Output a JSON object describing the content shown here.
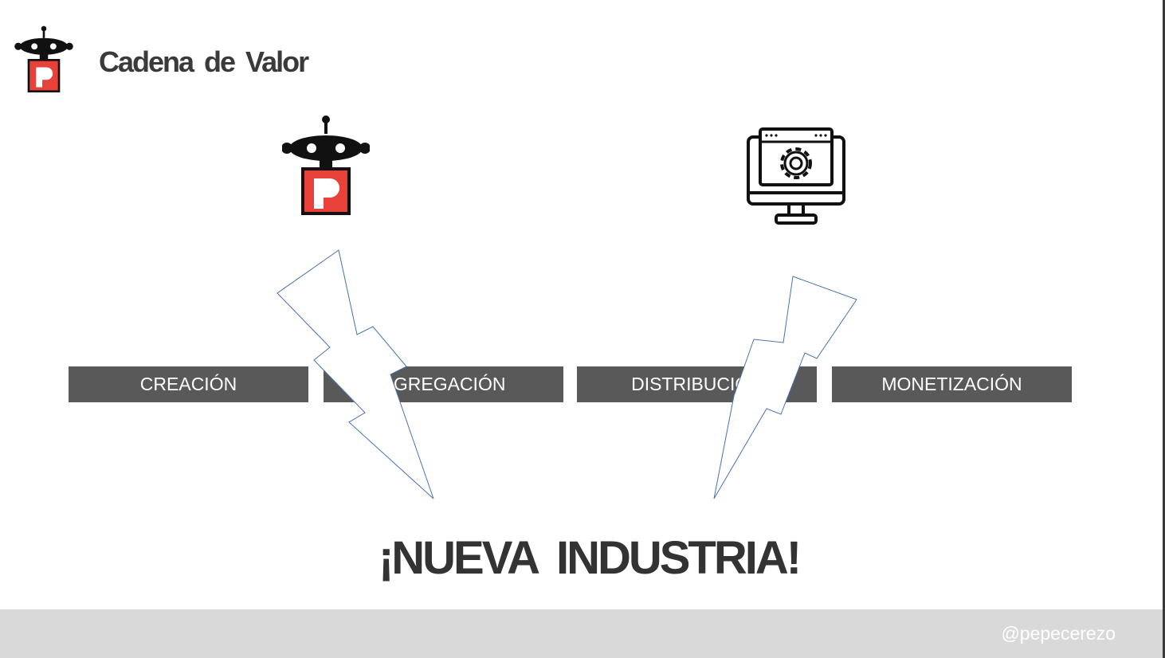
{
  "header": {
    "title": "Cadena de Valor",
    "logo_icon": "robot-p-logo-icon"
  },
  "icons": {
    "robot": "robot-p-logo-icon",
    "computer": "computer-gear-icon",
    "bolt": "lightning-bolt-icon"
  },
  "value_chain": {
    "stages": [
      {
        "label": "CREACIÓN"
      },
      {
        "label": "AGREGACIÓN"
      },
      {
        "label": "DISTRIBUCIÓN"
      },
      {
        "label": "MONETIZACIÓN"
      }
    ]
  },
  "headline": "¡NUEVA INDUSTRIA!",
  "footer": {
    "handle": "@pepecerezo"
  },
  "colors": {
    "stage_bg": "#595959",
    "logo_red": "#e8413a",
    "title_text": "#3a3a3a",
    "footer_bg": "#d9d9d9",
    "bolt_stroke": "#4a72b0"
  }
}
